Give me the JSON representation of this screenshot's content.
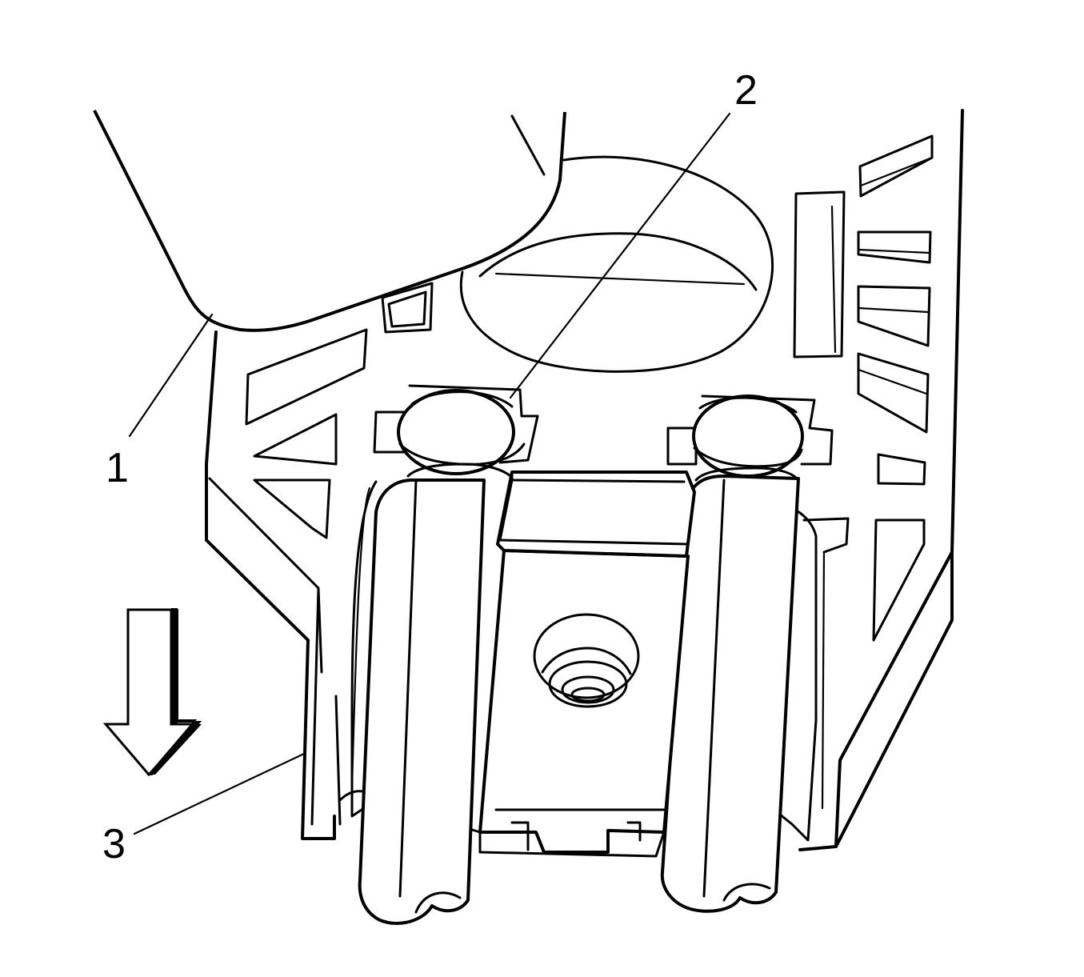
{
  "callouts": [
    {
      "id": "1",
      "text": "1"
    },
    {
      "id": "2",
      "text": "2"
    },
    {
      "id": "3",
      "text": "3"
    }
  ],
  "arrow": {
    "direction": "down",
    "icon": "down-arrow-icon"
  },
  "colors": {
    "line": "#000000",
    "background": "#ffffff"
  }
}
